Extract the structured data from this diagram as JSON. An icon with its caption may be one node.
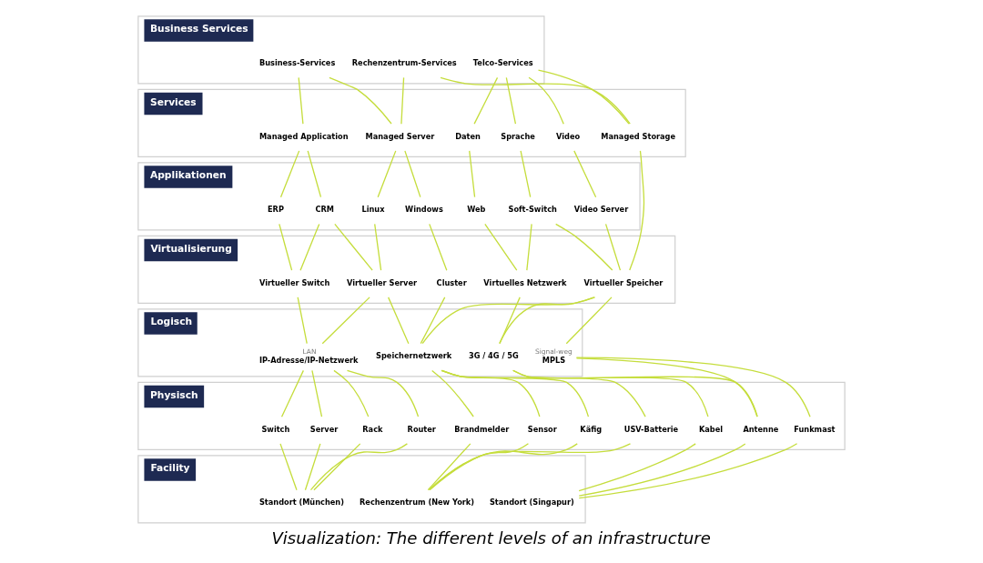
{
  "diagram": {
    "caption": "Visualization: The different levels of an infrastructure",
    "nodes": [
      {
        "text": [
          "Business Services"
        ]
      },
      {
        "text": [
          "Business-Services"
        ],
        "in": 0
      },
      {
        "text": [
          "Rechenzentrum-Services"
        ],
        "in": 0
      },
      {
        "text": [
          "Telco-Services"
        ],
        "in": 0
      },
      {
        "text": [
          "Services"
        ]
      },
      {
        "text": [
          "Managed Application"
        ],
        "in": 4
      },
      {
        "text": [
          "Managed Server"
        ],
        "in": 4
      },
      {
        "text": [
          "Managed Storage"
        ],
        "in": 4
      },
      {
        "text": [
          "Video"
        ],
        "in": 4
      },
      {
        "text": [
          "Sprache"
        ],
        "in": 4
      },
      {
        "text": [
          "Daten"
        ],
        "in": 4
      },
      {
        "text": [
          "Applikationen"
        ]
      },
      {
        "text": [
          "ERP"
        ],
        "in": 11
      },
      {
        "text": [
          "CRM"
        ],
        "in": 11
      },
      {
        "text": [
          "Linux"
        ],
        "in": 11
      },
      {
        "text": [
          "Windows"
        ],
        "in": 11
      },
      {
        "text": [
          "Video Server"
        ],
        "in": 11
      },
      {
        "text": [
          "Soft-Switch"
        ],
        "in": 11
      },
      {
        "text": [
          "Web"
        ],
        "in": 11
      },
      {
        "text": [
          "Virtualisierung"
        ]
      },
      {
        "text": [
          "Virtueller Switch"
        ],
        "in": 19
      },
      {
        "text": [
          "Virtueller Server"
        ],
        "in": 19
      },
      {
        "text": [
          "Cluster"
        ],
        "in": 19
      },
      {
        "text": [
          "Virtueller Speicher"
        ],
        "in": 19
      },
      {
        "text": [
          "Virtuelles Netzwerk"
        ],
        "in": 19
      },
      {
        "text": [
          "Logisch"
        ]
      },
      {
        "text": [
          "IP-Adresse/IP-Netzwerk"
        ],
        "in": 25,
        "beside": [
          "LAN"
        ]
      },
      {
        "text": [
          "Speichernetzwerk"
        ],
        "in": 25
      },
      {
        "text": [
          "MPLS"
        ],
        "in": 25,
        "beside": [
          "Signal-weg"
        ]
      },
      {
        "text": [
          "3G / 4G / 5G"
        ],
        "in": 25
      },
      {
        "text": [
          "Physisch"
        ]
      },
      {
        "text": [
          "Switch"
        ],
        "in": 30
      },
      {
        "text": [
          "Server"
        ],
        "in": 30
      },
      {
        "text": [
          "Rack"
        ],
        "in": 30
      },
      {
        "text": [
          "Router"
        ],
        "in": 30
      },
      {
        "text": [
          "Brandmelder"
        ],
        "in": 30
      },
      {
        "text": [
          "Sensor"
        ],
        "in": 30
      },
      {
        "text": [
          "Käfig"
        ],
        "in": 30
      },
      {
        "text": [
          "USV-Batterie"
        ],
        "in": 30
      },
      {
        "text": [
          "Funkmast"
        ],
        "in": 30
      },
      {
        "text": [
          "Antenne"
        ],
        "in": 30
      },
      {
        "text": [
          "Kabel"
        ],
        "in": 30
      },
      {
        "text": [
          "Facility"
        ]
      },
      {
        "text": [
          "Standort (München)"
        ],
        "in": 42
      },
      {
        "text": [
          "Rechenzentrum (New York)"
        ],
        "in": 42
      },
      {
        "text": [
          "Standort (Singapur)"
        ],
        "in": 42
      }
    ],
    "edges": [
      {
        "from": 1,
        "to": 5,
        "arrow": "none"
      },
      {
        "from": 1,
        "to": 6,
        "arrow": "none"
      },
      {
        "from": 2,
        "to": 6,
        "arrow": "none"
      },
      {
        "from": 2,
        "to": 7,
        "arrow": "none"
      },
      {
        "from": 3,
        "to": 7,
        "arrow": "none"
      },
      {
        "from": 3,
        "to": 8,
        "arrow": "none"
      },
      {
        "from": 3,
        "to": 9,
        "arrow": "none"
      },
      {
        "from": 3,
        "to": 10,
        "arrow": "none"
      },
      {
        "from": 5,
        "to": 12,
        "arrow": "none"
      },
      {
        "from": 5,
        "to": 13,
        "arrow": "none"
      },
      {
        "from": 6,
        "to": 14,
        "arrow": "none"
      },
      {
        "from": 6,
        "to": 15,
        "arrow": "none"
      },
      {
        "from": 7,
        "to": 23,
        "arrow": "none"
      },
      {
        "from": 8,
        "to": 16,
        "arrow": "none"
      },
      {
        "from": 9,
        "to": 17,
        "arrow": "none"
      },
      {
        "from": 10,
        "to": 18,
        "arrow": "none"
      },
      {
        "from": 12,
        "to": 20,
        "arrow": "none"
      },
      {
        "from": 13,
        "to": 20,
        "arrow": "none"
      },
      {
        "from": 13,
        "to": 21,
        "arrow": "none"
      },
      {
        "from": 14,
        "to": 21,
        "arrow": "none"
      },
      {
        "from": 15,
        "to": 22,
        "arrow": "none"
      },
      {
        "from": 16,
        "to": 23,
        "arrow": "none"
      },
      {
        "from": 17,
        "to": 23,
        "arrow": "none"
      },
      {
        "from": 17,
        "to": 24,
        "arrow": "none"
      },
      {
        "from": 18,
        "to": 24,
        "arrow": "none"
      },
      {
        "from": 20,
        "to": 26,
        "arrow": "none"
      },
      {
        "from": 21,
        "to": 26,
        "arrow": "none"
      },
      {
        "from": 21,
        "to": 27,
        "arrow": "none"
      },
      {
        "from": 22,
        "to": 27,
        "arrow": "none"
      },
      {
        "from": 23,
        "to": 27,
        "arrow": "none"
      },
      {
        "from": 23,
        "to": 28,
        "arrow": "none"
      },
      {
        "from": 23,
        "to": 29,
        "arrow": "none"
      },
      {
        "from": 24,
        "to": 29,
        "arrow": "none"
      },
      {
        "from": 26,
        "to": 31,
        "arrow": "none"
      },
      {
        "from": 26,
        "to": 32,
        "arrow": "none"
      },
      {
        "from": 26,
        "to": 33,
        "arrow": "none"
      },
      {
        "from": 26,
        "to": 34,
        "arrow": "none"
      },
      {
        "from": 27,
        "to": 35,
        "arrow": "none"
      },
      {
        "from": 27,
        "to": 36,
        "arrow": "none"
      },
      {
        "from": 27,
        "to": 37,
        "arrow": "none"
      },
      {
        "from": 27,
        "to": 38,
        "arrow": "none"
      },
      {
        "from": 28,
        "to": 39,
        "arrow": "none"
      },
      {
        "from": 28,
        "to": 40,
        "arrow": "none"
      },
      {
        "from": 29,
        "to": 40,
        "arrow": "none"
      },
      {
        "from": 29,
        "to": 41,
        "arrow": "none"
      },
      {
        "from": 31,
        "to": 43,
        "arrow": "none"
      },
      {
        "from": 32,
        "to": 43,
        "arrow": "none"
      },
      {
        "from": 33,
        "to": 43,
        "arrow": "none"
      },
      {
        "from": 34,
        "to": 43,
        "arrow": "none"
      },
      {
        "from": 35,
        "to": 44,
        "arrow": "none"
      },
      {
        "from": 36,
        "to": 44,
        "arrow": "none"
      },
      {
        "from": 37,
        "to": 44,
        "arrow": "none"
      },
      {
        "from": 38,
        "to": 44,
        "arrow": "none"
      },
      {
        "from": 39,
        "to": 45,
        "arrow": "none"
      },
      {
        "from": 40,
        "to": 45,
        "arrow": "none"
      },
      {
        "from": 41,
        "to": 45,
        "arrow": "none"
      }
    ]
  }
}
